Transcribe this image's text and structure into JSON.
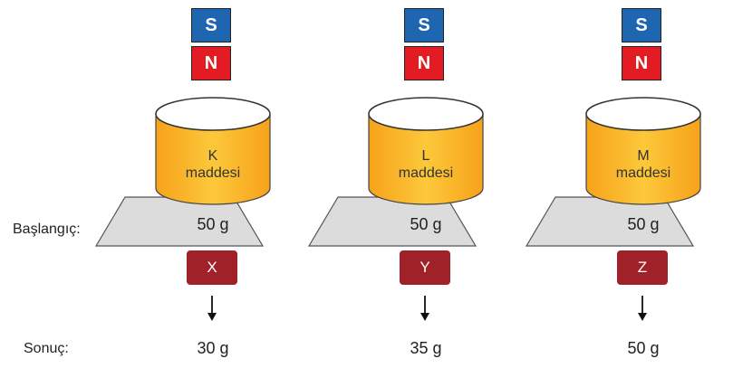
{
  "labels": {
    "start": "Başlangıç:",
    "result": "Sonuç:"
  },
  "colors": {
    "magnet_s": "#1f66b1",
    "magnet_n": "#e31b23",
    "cylinder_fill": "#fbc02d",
    "cylinder_shade": "#f7a21b",
    "scale_fill": "#dcdcdc",
    "block_fill": "#a02128"
  },
  "setups": [
    {
      "magnet_top": "S",
      "magnet_bottom": "N",
      "substance_line1": "K",
      "substance_line2": "maddesi",
      "start_mass": "50 g",
      "block_label": "X",
      "result_mass": "30 g"
    },
    {
      "magnet_top": "S",
      "magnet_bottom": "N",
      "substance_line1": "L",
      "substance_line2": "maddesi",
      "start_mass": "50 g",
      "block_label": "Y",
      "result_mass": "35 g"
    },
    {
      "magnet_top": "S",
      "magnet_bottom": "N",
      "substance_line1": "M",
      "substance_line2": "maddesi",
      "start_mass": "50 g",
      "block_label": "Z",
      "result_mass": "50 g"
    }
  ]
}
